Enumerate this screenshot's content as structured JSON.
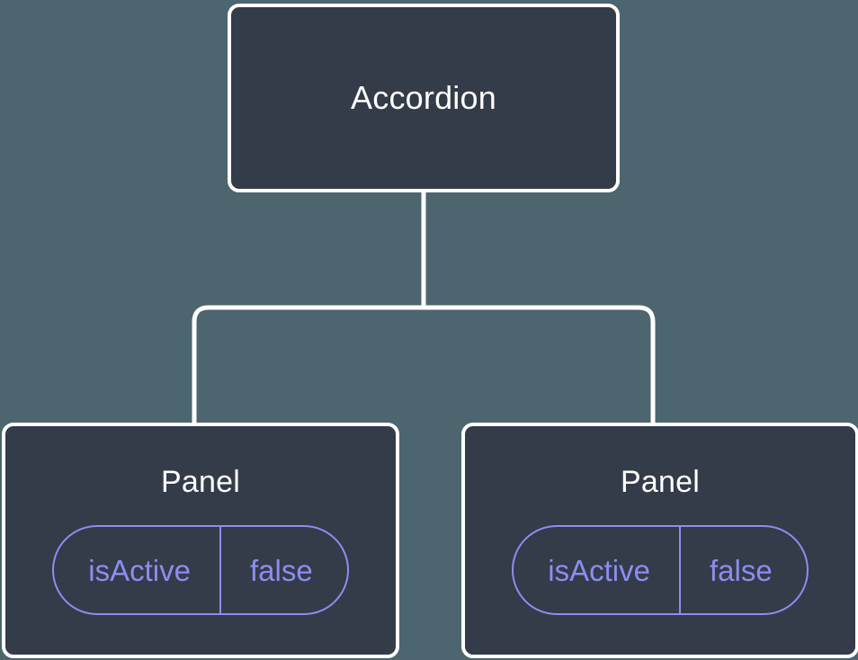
{
  "theme": {
    "background_color": "#4c656e",
    "node_fill_color": "#343b49",
    "node_border_color": "#ffffff",
    "node_title_color": "#ffffff",
    "prop_accent_color": "#8b8ef0",
    "connector_color": "#ffffff"
  },
  "tree": {
    "root": {
      "title": "Accordion",
      "props": []
    },
    "children": [
      {
        "title": "Panel",
        "props": [
          {
            "key": "isActive",
            "value": "false"
          }
        ]
      },
      {
        "title": "Panel",
        "props": [
          {
            "key": "isActive",
            "value": "false"
          }
        ]
      }
    ]
  }
}
